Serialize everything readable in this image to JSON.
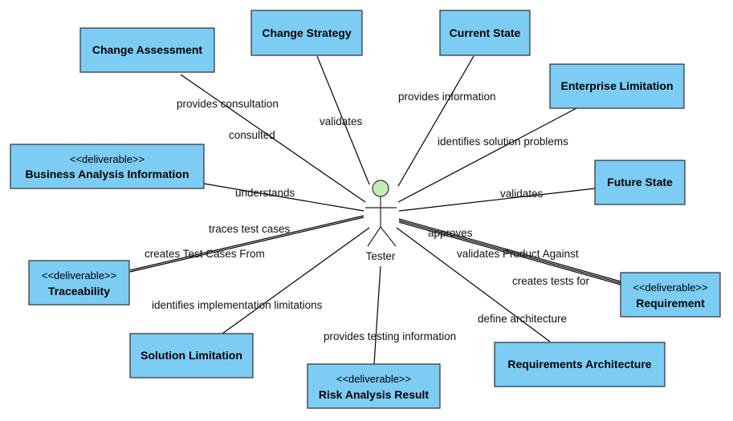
{
  "actor": {
    "name": "Tester",
    "head_color": "#c4ecb6"
  },
  "colors": {
    "node_fill": "#7cccf4",
    "node_stroke": "#2e2e2e",
    "line": "#000000"
  },
  "nodes": [
    {
      "id": "change-assessment",
      "stereotype": "",
      "title": "Change Assessment"
    },
    {
      "id": "change-strategy",
      "stereotype": "",
      "title": "Change Strategy"
    },
    {
      "id": "current-state",
      "stereotype": "",
      "title": "Current State"
    },
    {
      "id": "enterprise-limitation",
      "stereotype": "",
      "title": "Enterprise Limitation"
    },
    {
      "id": "business-analysis-information",
      "stereotype": "<<deliverable>>",
      "title": "Business Analysis Information"
    },
    {
      "id": "future-state",
      "stereotype": "",
      "title": "Future State"
    },
    {
      "id": "traceability",
      "stereotype": "<<deliverable>>",
      "title": "Traceability"
    },
    {
      "id": "requirement",
      "stereotype": "<<deliverable>>",
      "title": "Requirement"
    },
    {
      "id": "solution-limitation",
      "stereotype": "",
      "title": "Solution Limitation"
    },
    {
      "id": "risk-analysis-result",
      "stereotype": "<<deliverable>>",
      "title": "Risk Analysis Result"
    },
    {
      "id": "requirements-architecture",
      "stereotype": "",
      "title": "Requirements Architecture"
    }
  ],
  "edges": [
    {
      "id": "provides-consultation",
      "target": "change-assessment",
      "label": "provides consultation"
    },
    {
      "id": "consulted",
      "target": "change-assessment",
      "label": "consulted"
    },
    {
      "id": "validates-strategy",
      "target": "change-strategy",
      "label": "validates"
    },
    {
      "id": "provides-information",
      "target": "current-state",
      "label": "provides information"
    },
    {
      "id": "identifies-solution-problems",
      "target": "enterprise-limitation",
      "label": "identifies solution problems"
    },
    {
      "id": "understands",
      "target": "business-analysis-information",
      "label": "understands"
    },
    {
      "id": "validates-future",
      "target": "future-state",
      "label": "validates"
    },
    {
      "id": "traces-test-cases",
      "target": "traceability",
      "label": "traces test cases"
    },
    {
      "id": "creates-test-cases-from",
      "target": "traceability",
      "label": "creates Test Cases From"
    },
    {
      "id": "approves",
      "target": "requirement",
      "label": "approves"
    },
    {
      "id": "validates-product-against",
      "target": "requirement",
      "label": "validates Product Against"
    },
    {
      "id": "creates-tests-for",
      "target": "requirement",
      "label": "creates tests for"
    },
    {
      "id": "identifies-implementation-limitations",
      "target": "solution-limitation",
      "label": "identifies implementation limitations"
    },
    {
      "id": "provides-testing-information",
      "target": "risk-analysis-result",
      "label": "provides testing information"
    },
    {
      "id": "define-architecture",
      "target": "requirements-architecture",
      "label": "define architecture"
    }
  ]
}
